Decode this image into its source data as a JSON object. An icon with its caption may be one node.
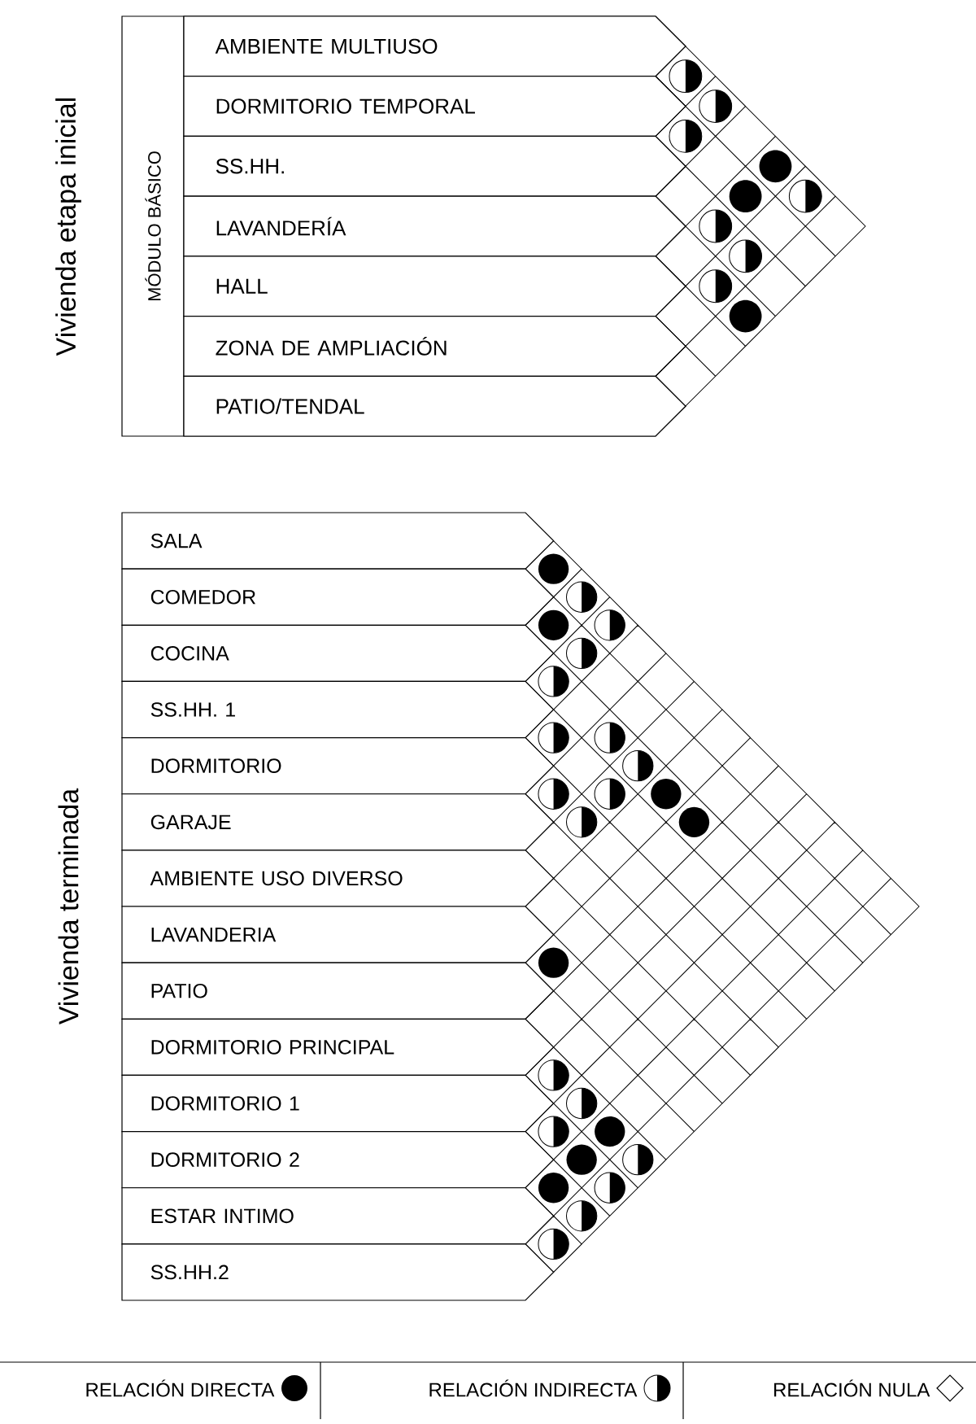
{
  "diagram": {
    "nodes": [
      {
        "text": [
          "MÓDULO BÁSICO"
        ]
      },
      {
        "text": [
          "AMBIENTE MULTIUSO"
        ],
        "in": 0
      },
      {
        "text": [
          "DORMITORIO TEMPORAL"
        ],
        "in": 0
      },
      {
        "text": [
          "SS.HH."
        ],
        "in": 0
      },
      {
        "text": [
          "LAVANDERÍA"
        ],
        "in": 0
      },
      {
        "text": [
          "HALL"
        ],
        "in": 0
      },
      {
        "text": [
          "ZONA DE AMPLIACIÓN"
        ],
        "in": 0
      },
      {
        "text": [
          "PATIO/TENDAL"
        ],
        "in": 0
      },
      {
        "text": [
          "SALA"
        ]
      },
      {
        "text": [
          "COMEDOR"
        ]
      },
      {
        "text": [
          "COCINA"
        ]
      },
      {
        "text": [
          "SS.HH. 1"
        ]
      },
      {
        "text": [
          "DORMITORIO"
        ]
      },
      {
        "text": [
          "GARAJE"
        ]
      },
      {
        "text": [
          "AMBIENTE USO DIVERSO"
        ]
      },
      {
        "text": [
          "LAVANDERIA"
        ]
      },
      {
        "text": [
          "PATIO"
        ]
      },
      {
        "text": [
          "DORMITORIO PRINCIPAL"
        ]
      },
      {
        "text": [
          "DORMITORIO 1"
        ]
      },
      {
        "text": [
          "DORMITORIO 2"
        ]
      },
      {
        "text": [
          "ESTAR INTIMO"
        ]
      },
      {
        "text": [
          "SS.HH.2"
        ]
      }
    ],
    "labels": [
      "Vivienda etapa inicial",
      "Vivienda terminada"
    ],
    "legend": [
      {
        "text": "RELACIÓN DIRECTA"
      },
      {
        "text": "RELACIÓN INDIRECTA"
      },
      {
        "text": "RELACIÓN NULA"
      }
    ]
  }
}
